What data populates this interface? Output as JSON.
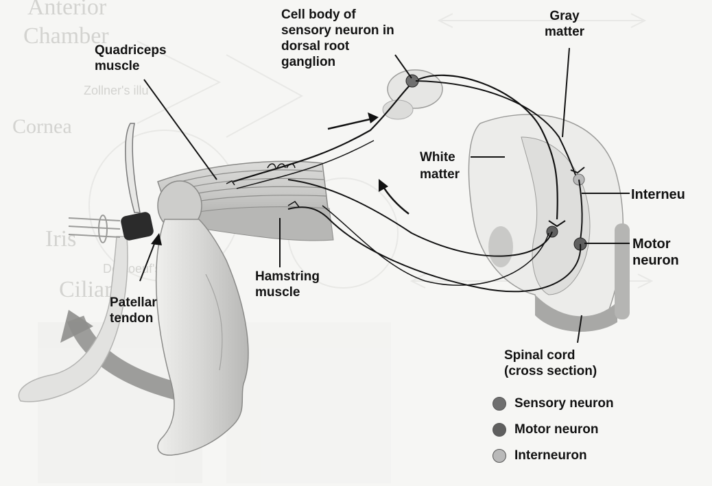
{
  "labels": {
    "cell_body": "Cell body of\nsensory neuron in\ndorsal root\nganglion",
    "quadriceps": "Quadriceps\nmuscle",
    "gray_matter": "Gray\nmatter",
    "white_matter_line1": "White",
    "white_matter_line2": "matter",
    "interneuron_callout": "Interneu",
    "motor_neuron_callout": "Motor\nneuron",
    "hamstring": "Hamstring\nmuscle",
    "patellar": "Patellar\ntendon",
    "spinal_cord": "Spinal cord\n(cross section)"
  },
  "legend": [
    {
      "label": "Sensory neuron",
      "color": "#6f6f6f"
    },
    {
      "label": "Motor neuron",
      "color": "#5f5f5f"
    },
    {
      "label": "Interneuron",
      "color": "#b9b9b9"
    }
  ],
  "ghost_text": {
    "anterior": "Anterior",
    "chamber": "Chamber",
    "zollner": "Zollner's illu",
    "cornea": "Cornea",
    "iris": "Iris",
    "delboeuf": "Delboeuf's illu",
    "ciliary": "Ciliary"
  },
  "colors": {
    "ink": "#111111",
    "skin": "#d9d9d7",
    "muscle": "#c4c4c2",
    "cord": "#a8a8a6",
    "background": "#f6f6f4"
  }
}
